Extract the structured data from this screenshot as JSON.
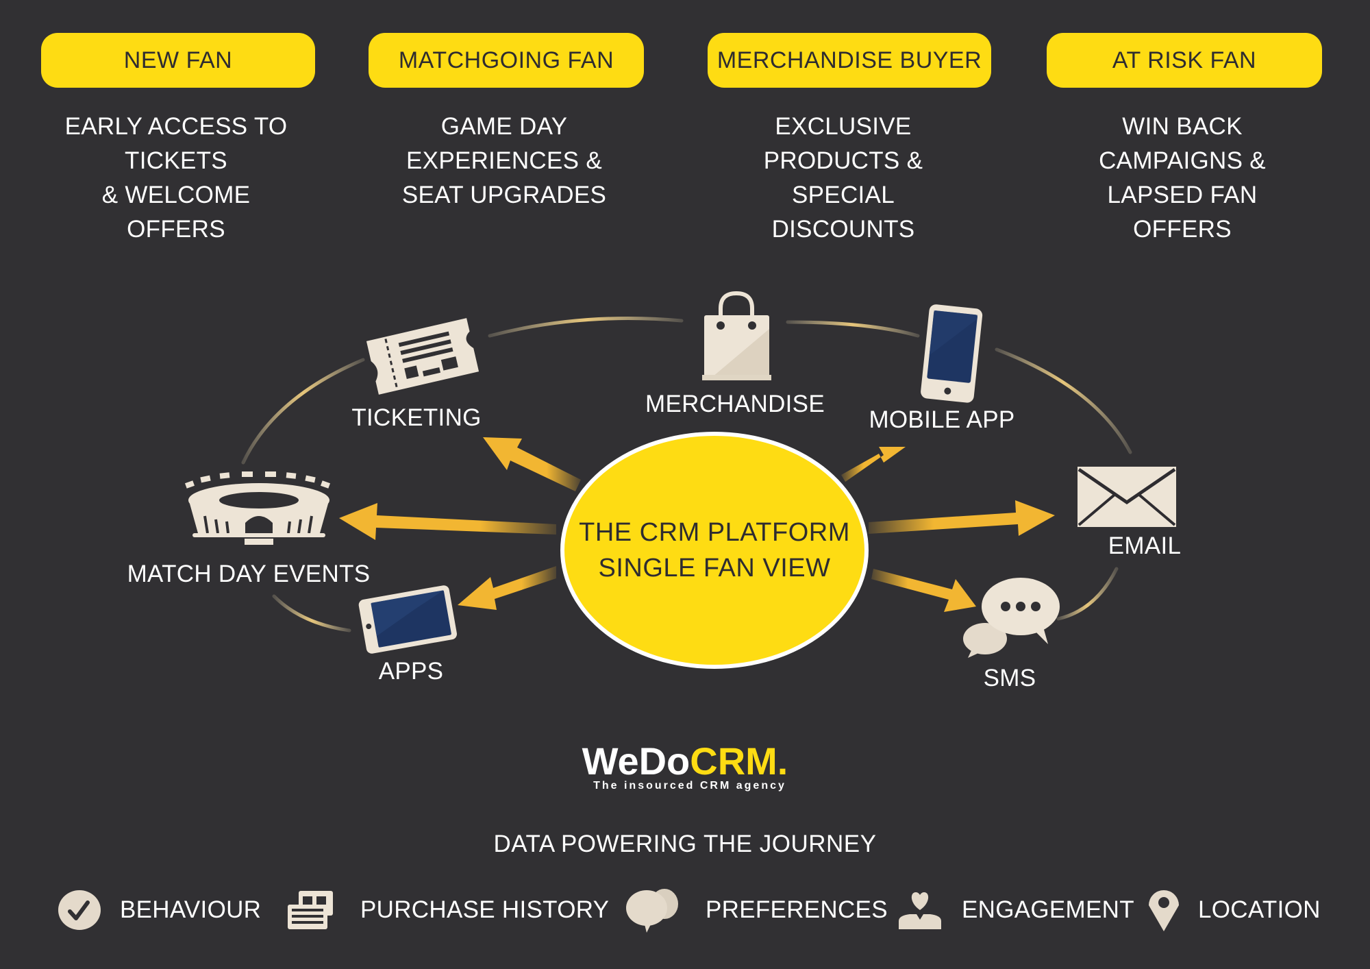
{
  "segments": [
    {
      "label": "NEW FAN",
      "description": [
        "EARLY ACCESS TO",
        "TICKETS",
        "& WELCOME",
        "OFFERS"
      ]
    },
    {
      "label": "MATCHGOING FAN",
      "description": [
        "GAME DAY",
        "EXPERIENCES &",
        "SEAT UPGRADES"
      ]
    },
    {
      "label": "MERCHANDISE BUYER",
      "description": [
        "EXCLUSIVE",
        "PRODUCTS &",
        "SPECIAL",
        "DISCOUNTS"
      ]
    },
    {
      "label": "AT RISK FAN",
      "description": [
        "WIN BACK",
        "CAMPAIGNS &",
        "LAPSED FAN",
        "OFFERS"
      ]
    }
  ],
  "hub": {
    "line1": "THE CRM PLATFORM",
    "line2": "SINGLE FAN VIEW"
  },
  "channels": {
    "ticketing": {
      "label": "TICKETING",
      "icon": "ticket-icon"
    },
    "merchandise": {
      "label": "MERCHANDISE",
      "icon": "shopping-bag-icon"
    },
    "mobile_app": {
      "label": "MOBILE APP",
      "icon": "smartphone-icon"
    },
    "email": {
      "label": "EMAIL",
      "icon": "envelope-icon"
    },
    "sms": {
      "label": "SMS",
      "icon": "chat-bubbles-icon"
    },
    "apps": {
      "label": "APPS",
      "icon": "tablet-icon"
    },
    "match_day": {
      "label": "MATCH DAY EVENTS",
      "icon": "stadium-icon"
    }
  },
  "logo": {
    "part1": "WeDo",
    "part2": "CRM.",
    "tagline": "The insourced CRM agency"
  },
  "data_section": {
    "title": "DATA POWERING THE JOURNEY",
    "items": [
      {
        "label": "BEHAVIOUR",
        "icon": "checkmark-circle-icon"
      },
      {
        "label": "PURCHASE HISTORY",
        "icon": "receipt-stack-icon"
      },
      {
        "label": "PREFERENCES",
        "icon": "speech-bubbles-icon"
      },
      {
        "label": "ENGAGEMENT",
        "icon": "person-heart-icon"
      },
      {
        "label": "LOCATION",
        "icon": "map-pin-icon"
      }
    ]
  },
  "colors": {
    "background": "#313033",
    "accent_yellow": "#fedc13",
    "arrow_gold": "#f2b632",
    "icon_cream": "#ede4d6",
    "screen_navy": "#1e3562"
  }
}
